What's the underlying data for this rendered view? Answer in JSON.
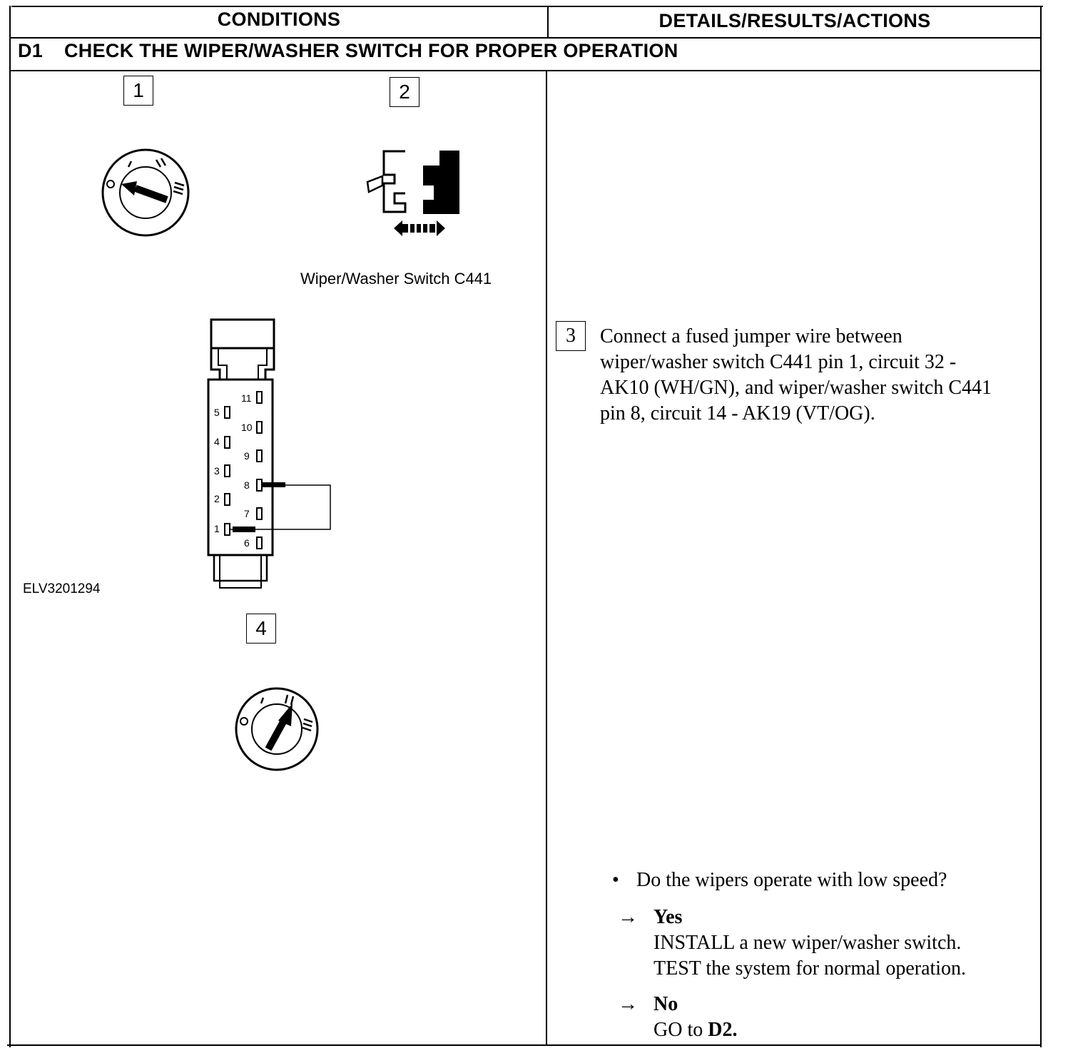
{
  "table": {
    "col_conditions": "CONDITIONS",
    "col_details": "DETAILS/RESULTS/ACTIONS",
    "section_id": "D1",
    "section_title": "CHECK THE WIPER/WASHER SWITCH FOR PROPER OPERATION"
  },
  "conditions": {
    "steps": [
      "1",
      "2",
      "4"
    ],
    "switch_caption": "Wiper/Washer Switch C441",
    "figure_id": "ELV3201294",
    "dial_labels": [
      "O",
      "I",
      "II",
      "III"
    ],
    "connector_pins_left": [
      "5",
      "4",
      "3",
      "2",
      "1"
    ],
    "connector_pins_right": [
      "11",
      "10",
      "9",
      "8",
      "7",
      "6"
    ]
  },
  "details": {
    "step3_number": "3",
    "step3_lines": [
      "Connect a fused jumper wire between",
      "wiper/washer switch C441 pin 1, circuit 32 -",
      "AK10 (WH/GN), and wiper/washer switch C441",
      "pin 8, circuit 14 - AK19 (VT/OG)."
    ],
    "question": "Do the wipers operate with low speed?",
    "yes_label": "Yes",
    "yes_lines": [
      "INSTALL a new wiper/washer switch.",
      "TEST the system for normal operation."
    ],
    "no_label": "No",
    "no_prefix": "GO to ",
    "no_target": "D2."
  }
}
